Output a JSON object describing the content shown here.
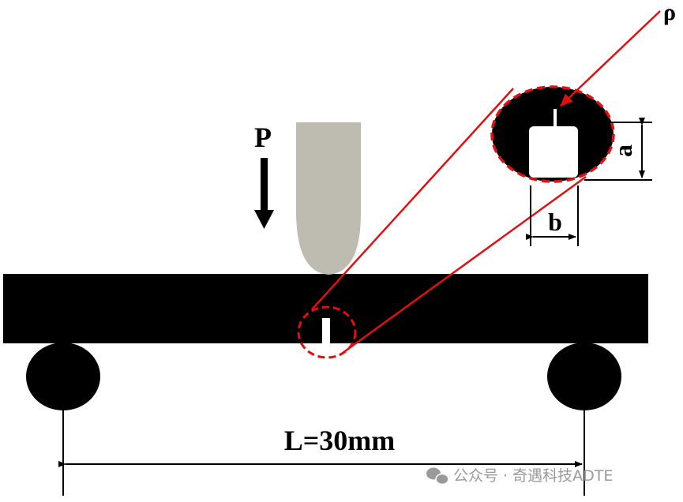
{
  "labels": {
    "load": "P",
    "radius": "ρ",
    "notch_depth": "a",
    "notch_width": "b",
    "span": "L=30mm"
  },
  "watermark": {
    "text": "公众号 · 奇遇科技ADTE",
    "icon": "wechat-icon"
  },
  "colors": {
    "beam": "#000000",
    "punch": "#bebbb0",
    "highlight": "#e01010",
    "watermark": "#9a9a9a"
  }
}
